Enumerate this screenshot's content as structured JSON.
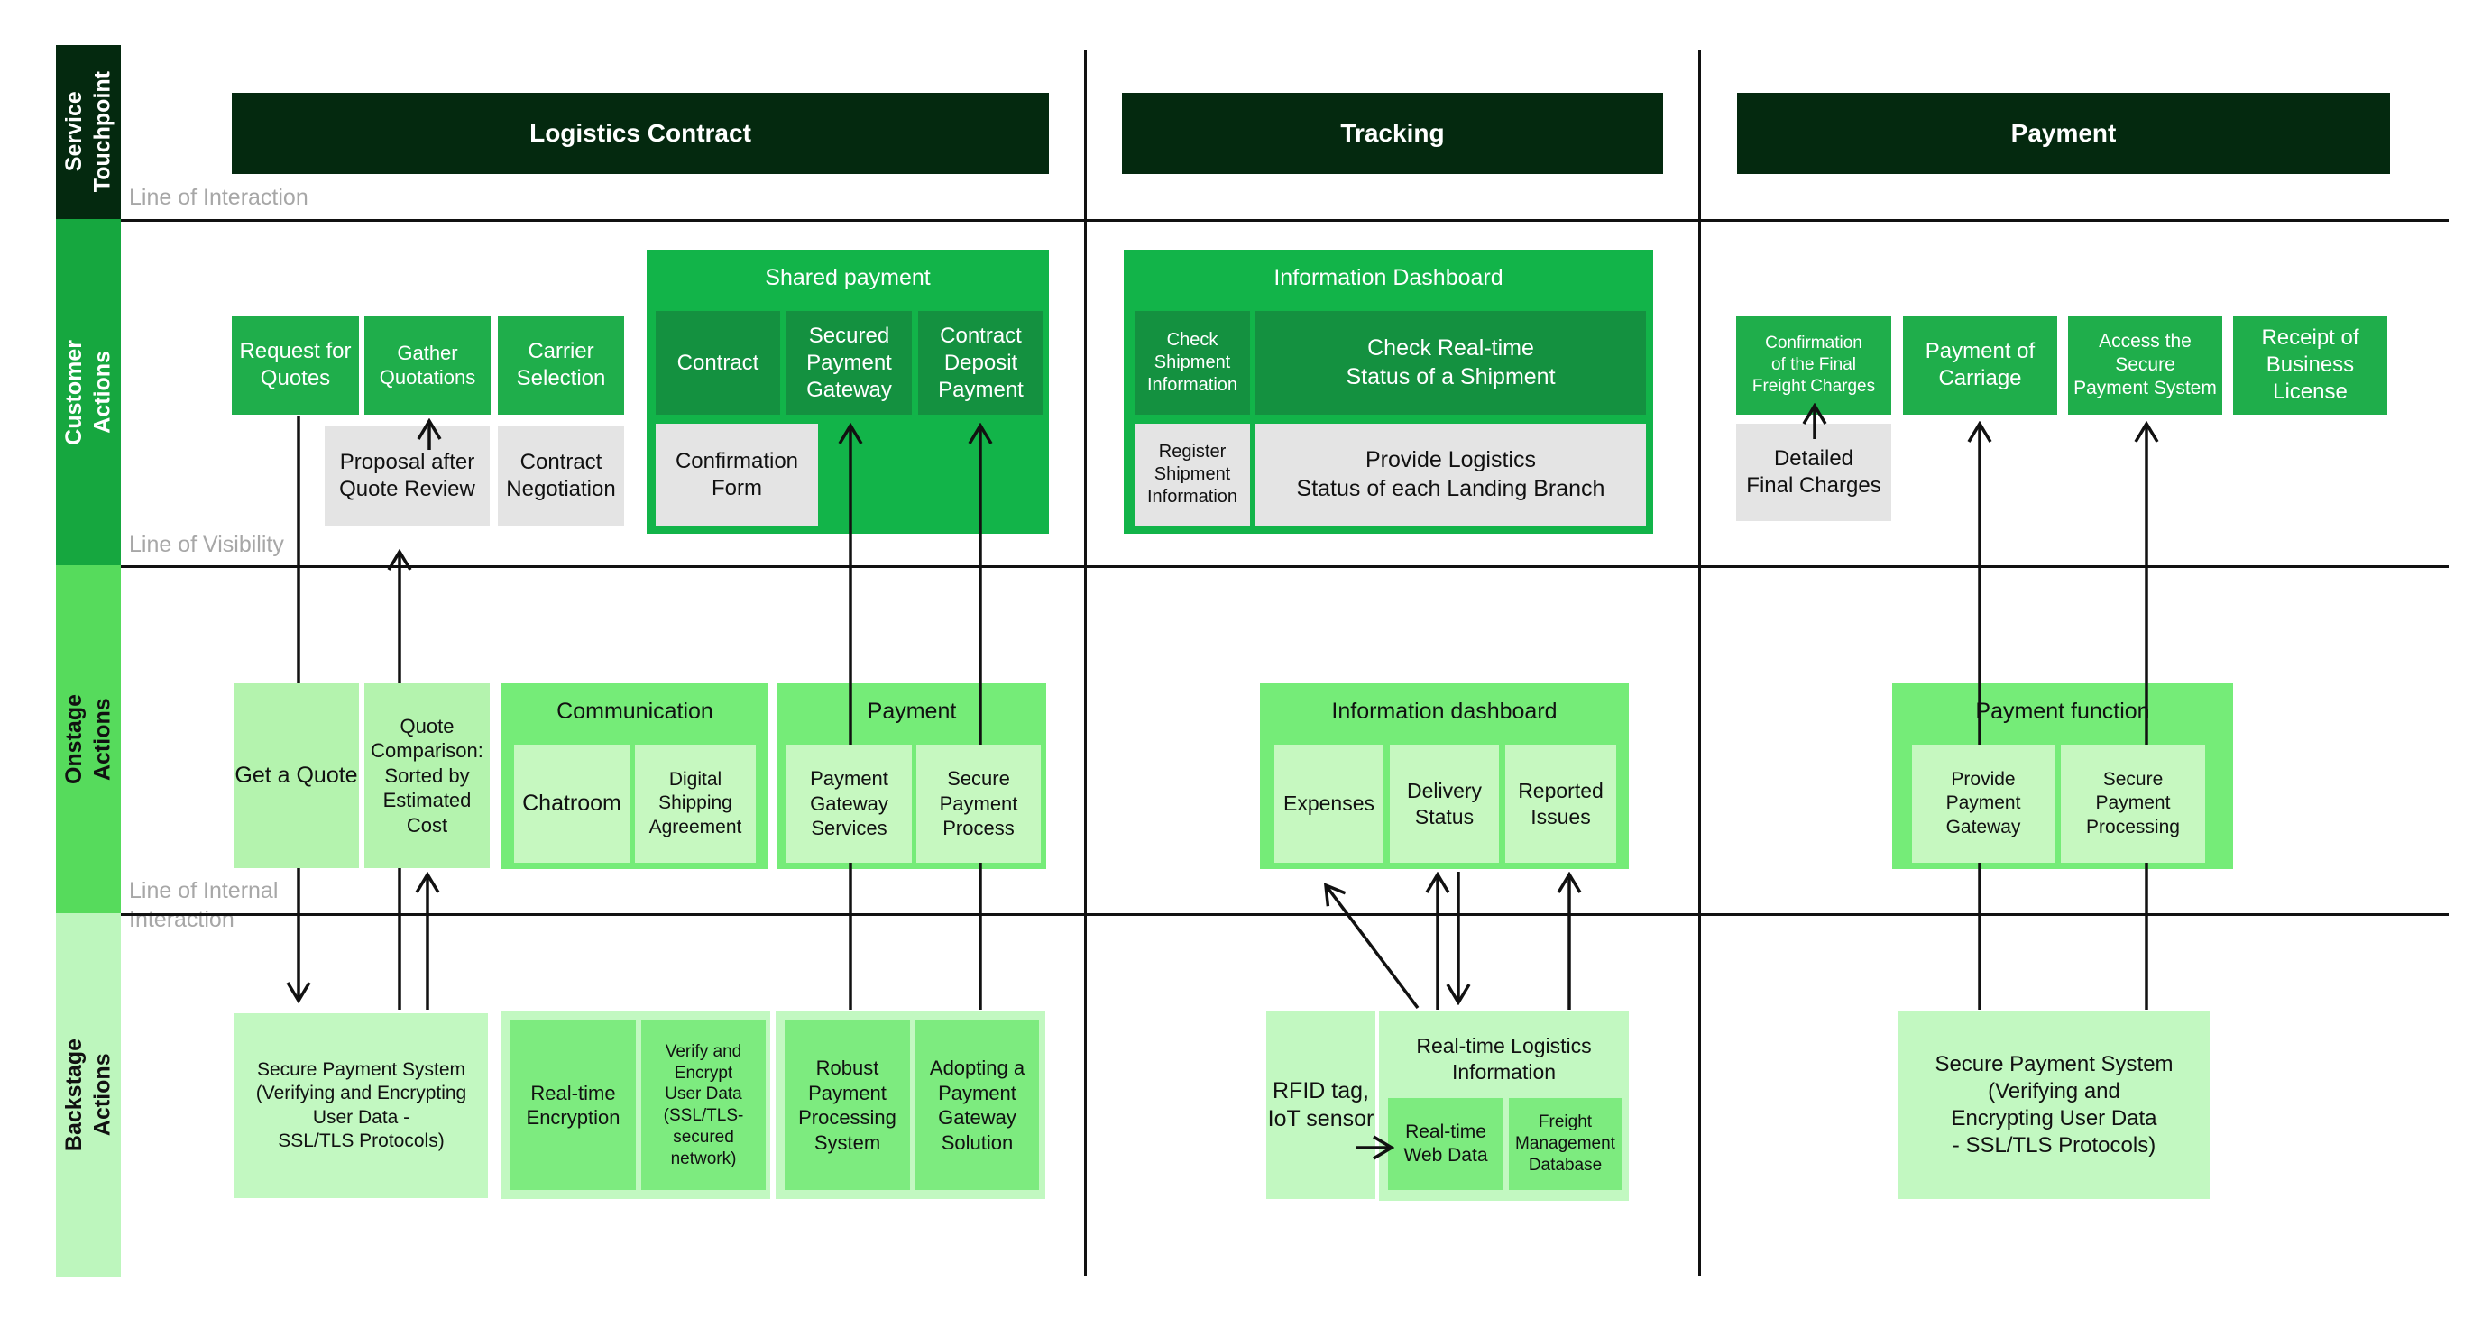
{
  "colors": {
    "header_bg": "#04290F",
    "lane_customer": "#16A73F",
    "lane_onstage": "#56DB5C",
    "lane_backstage": "#BDF6BD",
    "customer_box": "#1FAE4B",
    "customer_group": "#12B449",
    "customer_group_sub": "#149140",
    "gray_box": "#E4E4E4",
    "onstage_single": "#B4F3AE",
    "onstage_group": "#75EC78",
    "onstage_sub": "#C6F8C0",
    "backstage_light": "#C2F8C1",
    "backstage_sub": "#7DEB7F",
    "line_label": "#A7A7A7",
    "arrow": "#111111"
  },
  "lanes": {
    "service": "Service\nTouchpoint",
    "customer": "Customer\nActions",
    "onstage": "Onstage\nActions",
    "backstage": "Backstage\nActions"
  },
  "lines": {
    "interaction": "Line of Interaction",
    "visibility": "Line of Visibility",
    "internal": "Line of Internal Interaction"
  },
  "headers": {
    "logistics": "Logistics Contract",
    "tracking": "Tracking",
    "payment": "Payment"
  },
  "customer": {
    "request": "Request for\nQuotes",
    "gather": "Gather\nQuotations",
    "carrier": "Carrier\nSelection",
    "proposal": "Proposal after\nQuote Review",
    "negotiation": "Contract\nNegotiation",
    "shared_title": "Shared payment",
    "contract": "Contract",
    "secured_gateway": "Secured\nPayment\nGateway",
    "deposit": "Contract\nDeposit\nPayment",
    "confirmation_form": "Confirmation\nForm",
    "dashboard_title": "Information Dashboard",
    "check_shipment": "Check\nShipment\nInformation",
    "check_realtime": "Check Real-time\nStatus of a Shipment",
    "register_shipment": "Register\nShipment\nInformation",
    "provide_logistics": "Provide Logistics\nStatus of each Landing Branch",
    "confirm_final": "Confirmation\nof the Final\nFreight Charges",
    "payment_carriage": "Payment of\nCarriage",
    "access_secure": "Access the\nSecure\nPayment System",
    "receipt": "Receipt of\nBusiness\nLicense",
    "detailed_final": "Detailed\nFinal Charges"
  },
  "onstage": {
    "get_quote": "Get a Quote",
    "quote_comparison": "Quote\nComparison:\nSorted by\nEstimated Cost",
    "communication_title": "Communication",
    "chatroom": "Chatroom",
    "digital_agreement": "Digital\nShipping\nAgreement",
    "payment_title": "Payment",
    "gateway_services": "Payment\nGateway\nServices",
    "secure_process": "Secure\nPayment\nProcess",
    "dashboard_title": "Information dashboard",
    "expenses": "Expenses",
    "delivery_status": "Delivery\nStatus",
    "reported_issues": "Reported\nIssues",
    "function_title": "Payment function",
    "provide_gateway": "Provide\nPayment\nGateway",
    "secure_processing": "Secure\nPayment\nProcessing"
  },
  "backstage": {
    "sps_left": "Secure Payment System\n(Verifying and Encrypting\nUser Data -\nSSL/TLS Protocols)",
    "realtime_encryption": "Real-time\nEncryption",
    "verify_encrypt": "Verify and\nEncrypt\nUser Data\n(SSL/TLS-\nsecured\nnetwork)",
    "robust_processing": "Robust\nPayment\nProcessing\nSystem",
    "adopting_gateway": "Adopting a\nPayment\nGateway\nSolution",
    "rfid": "RFID tag,\nIoT sensor",
    "rtli_title": "Real-time Logistics\nInformation",
    "web_data": "Real-time\nWeb Data",
    "freight_db": "Freight\nManagement\nDatabase",
    "sps_right": "Secure Payment System\n(Verifying and\nEncrypting User Data\n- SSL/TLS Protocols)"
  }
}
